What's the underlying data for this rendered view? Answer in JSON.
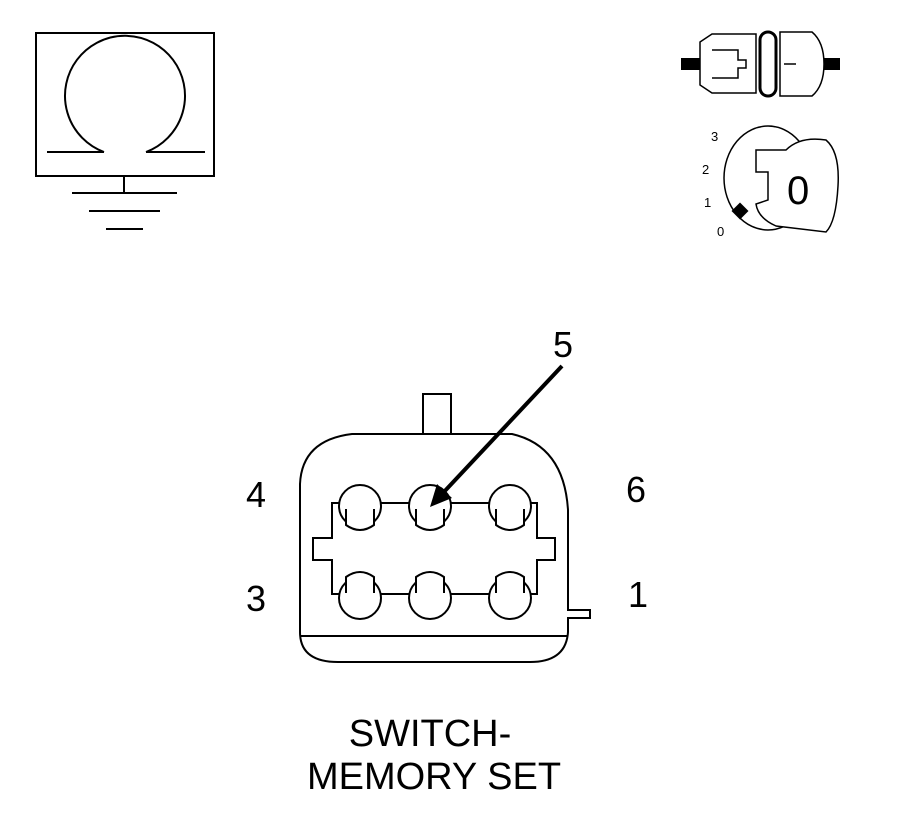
{
  "diagram": {
    "title_line1": "SWITCH-",
    "title_line2": "MEMORY SET",
    "pins": {
      "p1": "1",
      "p3": "3",
      "p4": "4",
      "p5": "5",
      "p6": "6"
    },
    "key_positions": [
      "3",
      "2",
      "1",
      "0"
    ],
    "key_label": "0",
    "icons": {
      "ground_symbol": "ohm-meter-ground-icon",
      "connector_symbol": "connector-disconnected-icon",
      "ignition_symbol": "ignition-key-off-icon"
    }
  }
}
